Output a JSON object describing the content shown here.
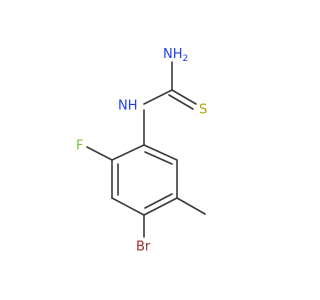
{
  "molecule": {
    "atoms": {
      "nh2": {
        "text": "NH",
        "sub": "2",
        "color": "#1f3ff0"
      },
      "nh": {
        "text": "NH",
        "color": "#1f3ff0"
      },
      "s": {
        "text": "S",
        "color": "#b3a100"
      },
      "f": {
        "text": "F",
        "color": "#7cc43f"
      },
      "br": {
        "text": "Br",
        "color": "#a0302c"
      }
    }
  }
}
